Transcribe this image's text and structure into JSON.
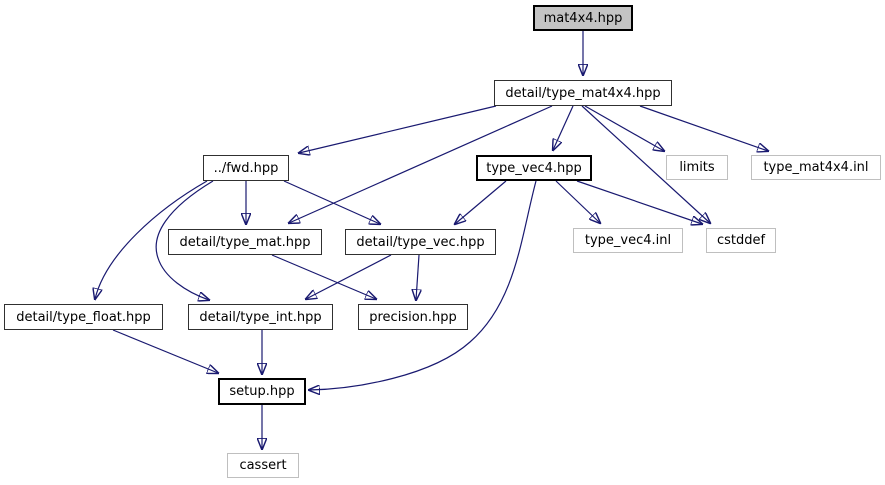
{
  "diagram": {
    "kind": "include-dependency-graph",
    "colors": {
      "edge": "#191970",
      "root_fill": "#c4c4c4",
      "internal_border": "#303030",
      "external_border": "#bfbfbf",
      "background": "#ffffff"
    },
    "nodes": {
      "mat4x4_hpp": {
        "label": "mat4x4.hpp",
        "kind": "root"
      },
      "type_mat4x4_hpp": {
        "label": "detail/type_mat4x4.hpp",
        "kind": "internal"
      },
      "fwd_hpp": {
        "label": "../fwd.hpp",
        "kind": "internal"
      },
      "type_vec4_hpp": {
        "label": "type_vec4.hpp",
        "kind": "internal-bold"
      },
      "limits": {
        "label": "limits",
        "kind": "external"
      },
      "type_mat4x4_inl": {
        "label": "type_mat4x4.inl",
        "kind": "external"
      },
      "type_mat_hpp": {
        "label": "detail/type_mat.hpp",
        "kind": "internal"
      },
      "type_vec_hpp": {
        "label": "detail/type_vec.hpp",
        "kind": "internal"
      },
      "type_vec4_inl": {
        "label": "type_vec4.inl",
        "kind": "external"
      },
      "cstddef": {
        "label": "cstddef",
        "kind": "external"
      },
      "type_float_hpp": {
        "label": "detail/type_float.hpp",
        "kind": "internal"
      },
      "type_int_hpp": {
        "label": "detail/type_int.hpp",
        "kind": "internal"
      },
      "precision_hpp": {
        "label": "precision.hpp",
        "kind": "internal"
      },
      "setup_hpp": {
        "label": "setup.hpp",
        "kind": "internal-bold"
      },
      "cassert": {
        "label": "cassert",
        "kind": "external"
      }
    },
    "edges": [
      {
        "from": "mat4x4.hpp",
        "to": "detail/type_mat4x4.hpp"
      },
      {
        "from": "detail/type_mat4x4.hpp",
        "to": "../fwd.hpp"
      },
      {
        "from": "detail/type_mat4x4.hpp",
        "to": "type_vec4.hpp"
      },
      {
        "from": "detail/type_mat4x4.hpp",
        "to": "detail/type_mat.hpp"
      },
      {
        "from": "detail/type_mat4x4.hpp",
        "to": "limits"
      },
      {
        "from": "detail/type_mat4x4.hpp",
        "to": "cstddef"
      },
      {
        "from": "detail/type_mat4x4.hpp",
        "to": "type_mat4x4.inl"
      },
      {
        "from": "../fwd.hpp",
        "to": "detail/type_mat.hpp"
      },
      {
        "from": "../fwd.hpp",
        "to": "detail/type_vec.hpp"
      },
      {
        "from": "../fwd.hpp",
        "to": "detail/type_float.hpp"
      },
      {
        "from": "../fwd.hpp",
        "to": "detail/type_int.hpp"
      },
      {
        "from": "type_vec4.hpp",
        "to": "detail/type_vec.hpp"
      },
      {
        "from": "type_vec4.hpp",
        "to": "type_vec4.inl"
      },
      {
        "from": "type_vec4.hpp",
        "to": "cstddef"
      },
      {
        "from": "type_vec4.hpp",
        "to": "setup.hpp"
      },
      {
        "from": "detail/type_mat.hpp",
        "to": "precision.hpp"
      },
      {
        "from": "detail/type_vec.hpp",
        "to": "detail/type_int.hpp"
      },
      {
        "from": "detail/type_vec.hpp",
        "to": "precision.hpp"
      },
      {
        "from": "detail/type_float.hpp",
        "to": "setup.hpp"
      },
      {
        "from": "detail/type_int.hpp",
        "to": "setup.hpp"
      },
      {
        "from": "setup.hpp",
        "to": "cassert"
      }
    ]
  }
}
